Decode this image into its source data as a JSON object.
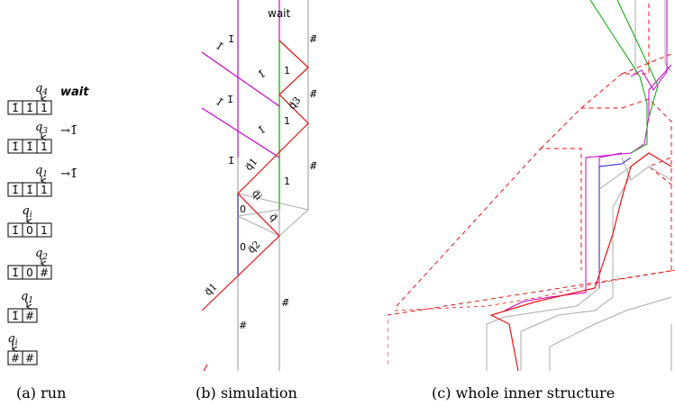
{
  "panel_a": {
    "rows": [
      {
        "cells": [
          "1̄",
          "1̄",
          "1"
        ],
        "head_symbol": "q",
        "head_sub": "4",
        "head_cell": 2,
        "note": "wait"
      },
      {
        "cells": [
          "1̄",
          "1̄",
          "1"
        ],
        "head_symbol": "q",
        "head_sub": "3",
        "head_cell": 2,
        "note": "→1̄"
      },
      {
        "cells": [
          "1̄",
          "1̄",
          "1"
        ],
        "head_symbol": "q",
        "head_sub": "1",
        "head_cell": 2,
        "note": "→1̄"
      },
      {
        "cells": [
          "1̄",
          "0",
          "1"
        ],
        "head_symbol": "q",
        "head_sub": "i",
        "head_cell": 1,
        "note": ""
      },
      {
        "cells": [
          "1̄",
          "0",
          "#"
        ],
        "head_symbol": "q",
        "head_sub": "2",
        "head_cell": 2,
        "note": ""
      },
      {
        "cells": [
          "1̄",
          "#"
        ],
        "head_symbol": "q",
        "head_sub": "1",
        "head_cell": 1,
        "note": ""
      },
      {
        "cells": [
          "#",
          "#"
        ],
        "head_symbol": "q",
        "head_sub": "i",
        "head_cell": 0,
        "note": ""
      }
    ]
  },
  "panel_b": {
    "labels": {
      "wait": "wait",
      "top_left_bar": "1̄",
      "top_right_bar": "#̄",
      "left_i1": "1̄",
      "left_i2": "1̄",
      "mid_i1": "1̄",
      "one_a": "1",
      "right_bar2": "#̄",
      "q3": "q⃗3",
      "left_i3": "1̄",
      "left_i4": "1̄",
      "mid_i2": "1̄",
      "one_b": "1",
      "left_bar3": "1̄",
      "q1_upper": "q⃗1",
      "right_bar3": "#̄",
      "one_c": "1",
      "qi": "q⃗i",
      "zero_a": "0",
      "q_small": "q⃗",
      "zero_b": "0",
      "q2": "q⃗2",
      "q1_lower": "q⃗1",
      "bottom_bar": "#̄",
      "hash_lower": "#"
    }
  },
  "captions": {
    "a": "(a) run",
    "b": "(b) simulation",
    "c": "(c) whole inner structure"
  }
}
